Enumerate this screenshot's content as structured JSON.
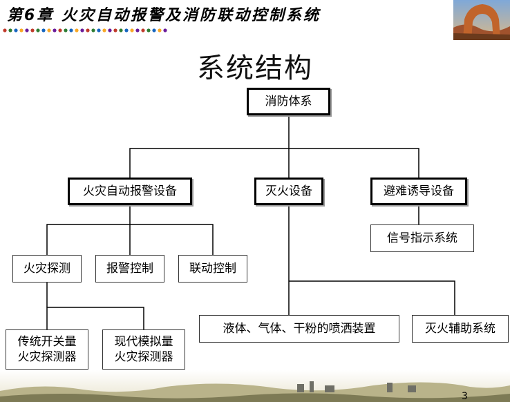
{
  "header": {
    "title": "第6章 火灾自动报警及消防联动控制系统",
    "dot_colors": [
      "#c0392b",
      "#2e7d32",
      "#1565c0",
      "#f9a825",
      "#6a1b9a"
    ]
  },
  "slide": {
    "title": "系统结构",
    "page_number": "3"
  },
  "diagram": {
    "root": "消防体系",
    "fire_alarm_equipment": "火灾自动报警设备",
    "extinguishing_equipment": "灭火设备",
    "evacuation_equipment": "避难诱导设备",
    "signal_indicator_system": "信号指示系统",
    "fire_detection": "火灾探测",
    "alarm_control": "报警控制",
    "linkage_control": "联动控制",
    "traditional_switch_detector": "传统开关量\n火灾探测器",
    "modern_analog_detector": "现代模拟量\n火灾探测器",
    "spray_device": "液体、气体、干粉的喷洒装置",
    "auxiliary_system": "灭火辅助系统"
  }
}
